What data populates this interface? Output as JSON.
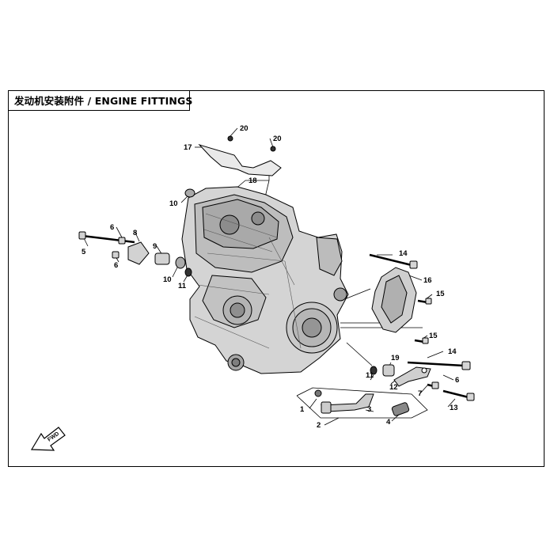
{
  "title": "发动机安装附件 / ENGINE FITTINGS",
  "fwd_label": "FWD",
  "callouts": [
    "20",
    "17",
    "20",
    "18",
    "10",
    "6",
    "8",
    "5",
    "6",
    "9",
    "10",
    "11",
    "14",
    "16",
    "15",
    "15",
    "14",
    "11",
    "19",
    "12",
    "6",
    "7",
    "13",
    "1",
    "3",
    "4",
    "2"
  ]
}
